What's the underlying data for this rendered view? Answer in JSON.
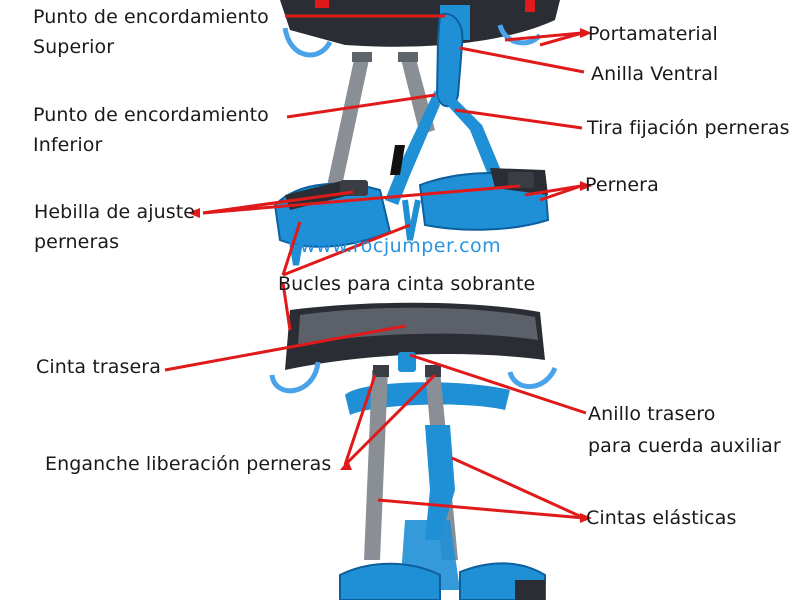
{
  "labels": {
    "punto_superior_line1": "Punto de encordamiento",
    "punto_superior_line2": "Superior",
    "portamaterial": "Portamaterial",
    "anilla_ventral": "Anilla Ventral",
    "punto_inferior_line1": "Punto de encordamiento",
    "punto_inferior_line2": "Inferior",
    "tira_fijacion": "Tira fijación perneras",
    "pernera": "Pernera",
    "hebilla_line1": "Hebilla de ajuste",
    "hebilla_line2": "perneras",
    "bucles": "Bucles para cinta sobrante",
    "cinta_trasera": "Cinta trasera",
    "anillo_trasero_line1": "Anillo trasero",
    "anillo_trasero_line2": "para cuerda auxiliar",
    "enganche": "Enganche liberación perneras",
    "cintas_elasticas": "Cintas elásticas"
  },
  "watermark": "www.rocjumper.com",
  "colors": {
    "leader_line": "#e01a1a",
    "webbing_blue": "#1f8fd6",
    "webbing_dark_blue": "#0d5f9e",
    "webbing_gray": "#8a8f96",
    "waist_black": "#2a2d33",
    "carabiner": "#4aa3e8",
    "label_text": "#1a1a1a",
    "watermark": "#1e8fe0"
  }
}
